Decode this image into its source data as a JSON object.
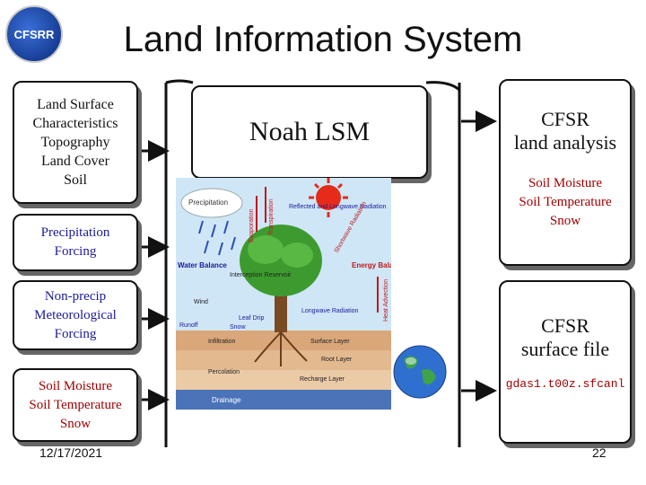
{
  "title": "Land Information System",
  "logo": {
    "text": "CFSRR"
  },
  "inputs": {
    "land_surface": [
      "Land Surface",
      "Characteristics",
      "Topography",
      "Land Cover",
      "Soil"
    ],
    "precip": [
      "Precipitation",
      "Forcing"
    ],
    "nonprecip": [
      "Non-precip",
      "Meteorological",
      "Forcing"
    ],
    "soil_state": [
      "Soil Moisture",
      "Soil Temperature",
      "Snow"
    ]
  },
  "model": {
    "name": "Noah LSM",
    "labels": {
      "precipitation": "Precipitation",
      "evaporation": "Evaporation",
      "transpiration": "Transpiration",
      "reflected": "Reflected and Longwave Radiation",
      "shortwave": "Shortwave Radiation",
      "water_balance": "Water Balance",
      "energy_balance": "Energy Balance",
      "interception": "Interception Reservoir",
      "wind": "Wind",
      "runoff": "Runoff",
      "leaf_drip": "Leaf Drip",
      "snow": "Snow",
      "longwave": "Longwave Radiation",
      "infiltration": "Infiltration",
      "surface_layer": "Surface Layer",
      "root_layer": "Root Layer",
      "percolation": "Percolation",
      "recharge_layer": "Recharge Layer",
      "drainage": "Drainage",
      "heat_advection": "Heat Advection"
    }
  },
  "outputs": {
    "analysis": [
      "CFSR",
      "land analysis"
    ],
    "analysis_vars": [
      "Soil Moisture",
      "Soil Temperature",
      "Snow"
    ],
    "surface": [
      "CFSR",
      "surface file"
    ],
    "surface_filename": "gdas1.t00z.sfcanl"
  },
  "footer": {
    "date": "12/17/2021",
    "page": "22"
  },
  "colors": {
    "precip_blue": "#1a1a99",
    "dark_red": "#a00000",
    "border": "#111111",
    "shadow": "#666666",
    "sky": "#cfe6f7",
    "soil": "#d9a77a"
  }
}
